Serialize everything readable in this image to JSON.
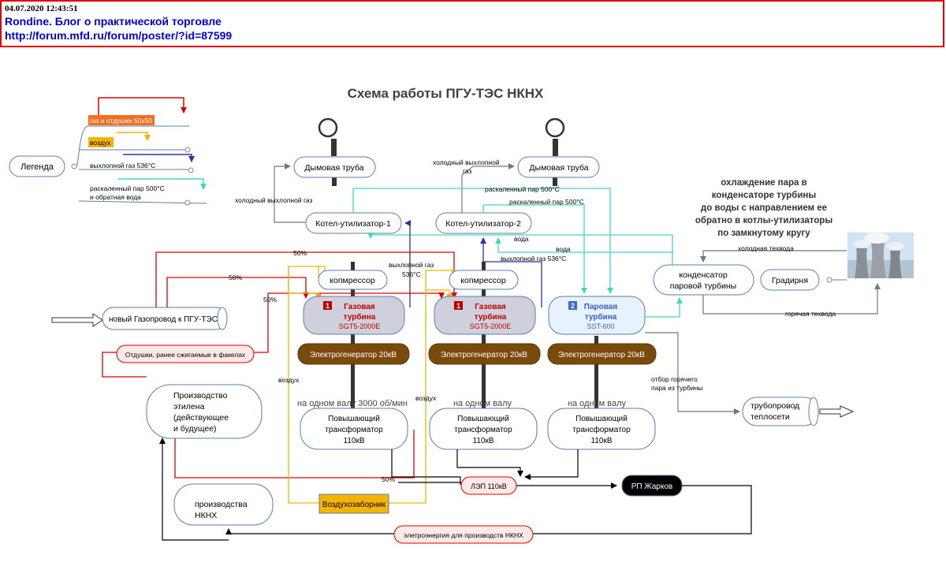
{
  "header": {
    "timestamp": "04.07.2020 12:43:51",
    "blog_title": "Rondine.  Блог о практической торговле",
    "url": "http://forum.mfd.ru/forum/poster/?id=87599"
  },
  "title": "Схема работы ПГУ-ТЭС НКНХ",
  "legend": {
    "root": "Легенда",
    "items": [
      "газ и отдушки 50х50",
      "воздух",
      "выхлопной газ 536°С",
      "раскаленный пар 500°С",
      "и обратная вода"
    ]
  },
  "nodes": {
    "chimney1": "Дымовая труба",
    "chimney2": "Дымовая труба",
    "boiler1": "Котел-утилизатор-1",
    "boiler2": "Котел-утилизатор-2",
    "compressor1": "копмрессор",
    "compressor2": "копмрессор",
    "gasline": "новый Газопровод к ПГУ-ТЭС",
    "flare": "Отдушки, ранее сжигаемые в факелах",
    "gt1": {
      "badge": "1",
      "l1": "Газовая",
      "l2": "турбина",
      "model": "SGT5-2000E"
    },
    "gt2": {
      "badge": "1",
      "l1": "Газовая",
      "l2": "турбина",
      "model": "SGT5-2000E"
    },
    "st": {
      "badge": "2",
      "l1": "Паровая",
      "l2": "турбина",
      "model": "SST-600"
    },
    "gen1": "Электрогенератор 20кВ",
    "gen2": "Электрогенератор 20кВ",
    "gen3": "Электрогенератор 20кВ",
    "condenser": [
      "конденсатор",
      "паровой турбины"
    ],
    "tower": "Градирня",
    "ethylene": [
      "Производство",
      "этилена",
      "(действующее",
      " и будущее)"
    ],
    "tr1": [
      "Повышающий",
      "трансформатор",
      "110кВ"
    ],
    "tr2": [
      "Повышающий",
      "трансформатор",
      "110кВ"
    ],
    "tr3": [
      "Повышающий",
      "трансформатор",
      "110кВ"
    ],
    "heatpipe": [
      "трубопровод",
      "теплосети"
    ],
    "lep": "ЛЭП 110кВ",
    "rp": "РП Жарков",
    "intake": "Воздухозаборник",
    "nknh": [
      "производства",
      "НКНХ"
    ],
    "elec": "элетроэнергия для производств НКНХ"
  },
  "labels": {
    "cold_exhaust1": "холодный выхлопной газ",
    "cold_exhaust2": [
      "холодный выхлопной",
      "газ"
    ],
    "steam1": "раскаленный пар 500°С",
    "steam2": "раскаленный пар 500°С",
    "water1": "вода",
    "water2": "вода",
    "exhaust1": [
      "выхлопной газ",
      "536°С"
    ],
    "exhaust2": "выхлопной газ 536°С",
    "cold_water": "холодная техвода",
    "hot_water": "горячая техвода",
    "p50a": "50%",
    "p50b": "50%",
    "p50c": "50%",
    "p50d": "50%",
    "air1": "воздух",
    "air2": "воздух",
    "shaft1": "на одном валу 3000 об/мин",
    "shaft2": "на одном валу",
    "shaft3": "на одном валу",
    "hot_steam_take": [
      "отбор горячего",
      "пара из турбины"
    ],
    "cooling": [
      "охлаждение пара в",
      "конденсаторе турбины",
      "до воды с направлением ее",
      "обратно в котлы-утилизаторы",
      "по замкнутому кругу"
    ]
  },
  "colors": {
    "gas": "#e00000",
    "air": "#f5b400",
    "exhaust": "#3030a0",
    "steam": "#40d8c0",
    "node_border": "#5b7fa8",
    "turbine_fill": "#d0d0dc",
    "steam_turbine_fill": "#e6f2ff",
    "generator_fill": "#7a4a0a"
  }
}
